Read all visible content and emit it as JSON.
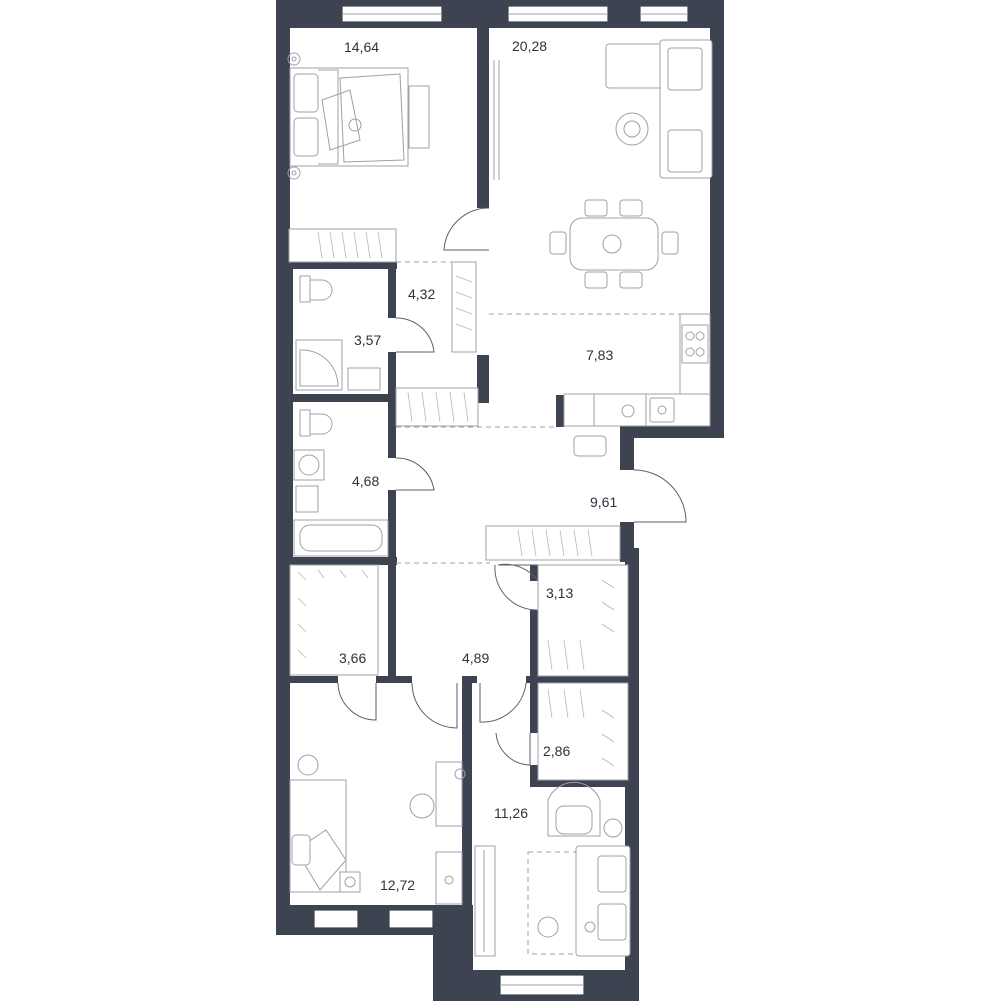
{
  "rooms": {
    "bedroom_top": {
      "area": "14,64"
    },
    "living": {
      "area": "20,28"
    },
    "corridor_top": {
      "area": "4,32"
    },
    "bath_top": {
      "area": "3,57"
    },
    "kitchen": {
      "area": "7,83"
    },
    "bath_bottom": {
      "area": "4,68"
    },
    "hall": {
      "area": "9,61"
    },
    "closet_left": {
      "area": "3,66"
    },
    "corridor_bottom": {
      "area": "4,89"
    },
    "closet_right_a": {
      "area": "3,13"
    },
    "closet_right_b": {
      "area": "2,86"
    },
    "bedroom_right": {
      "area": "11,26"
    },
    "bedroom_left": {
      "area": "12,72"
    }
  },
  "colors": {
    "wall": "#3d4350",
    "furniture": "#9da1a8",
    "text": "#2d323c",
    "background": "#ffffff"
  }
}
